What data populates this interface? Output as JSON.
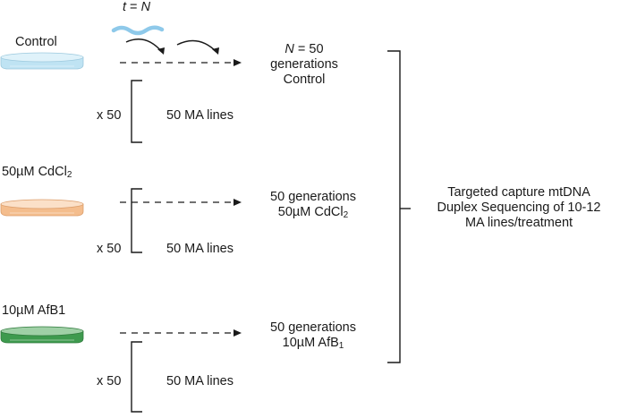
{
  "time_label": {
    "var": "t",
    "eq": " = ",
    "val": "N"
  },
  "treatments": [
    {
      "id": "control",
      "dish_label": {
        "pre": "Control",
        "sub": "",
        "post": ""
      },
      "colors": {
        "liquid": "#bfe3f3",
        "rim": "#dff2fa",
        "edge": "#9cc9de"
      },
      "bracket": {
        "count": "x 50",
        "lines": "50 MA lines"
      },
      "outcome": [
        {
          "it": "N",
          "pre": " = 50",
          "sub": "",
          "post": ""
        },
        {
          "it": "",
          "pre": "generations",
          "sub": "",
          "post": ""
        },
        {
          "it": "",
          "pre": "Control",
          "sub": "",
          "post": ""
        }
      ]
    },
    {
      "id": "cdcl2",
      "dish_label": {
        "pre": "50µM CdCl",
        "sub": "2",
        "post": ""
      },
      "colors": {
        "liquid": "#f4bd8d",
        "rim": "#fbe0c8",
        "edge": "#dc9d6a"
      },
      "bracket": {
        "count": "x 50",
        "lines": "50 MA lines"
      },
      "outcome": [
        {
          "it": "",
          "pre": "50 generations",
          "sub": "",
          "post": ""
        },
        {
          "it": "",
          "pre": "50µM CdCl",
          "sub": "2",
          "post": ""
        }
      ]
    },
    {
      "id": "afb1",
      "dish_label": {
        "pre": "10µM AfB1",
        "sub": "",
        "post": ""
      },
      "colors": {
        "liquid": "#3e9a4e",
        "rim": "#9fd0a6",
        "edge": "#2f7a3c"
      },
      "bracket": {
        "count": "x 50",
        "lines": "50 MA lines"
      },
      "outcome": [
        {
          "it": "",
          "pre": "50 generations",
          "sub": "",
          "post": ""
        },
        {
          "it": "",
          "pre": "10µM AfB",
          "sub": "1",
          "post": ""
        }
      ]
    }
  ],
  "worm_color": "#8ec9ea",
  "final_step": [
    "Targeted capture mtDNA",
    "Duplex Sequencing of 10-12",
    "MA lines/treatment"
  ]
}
